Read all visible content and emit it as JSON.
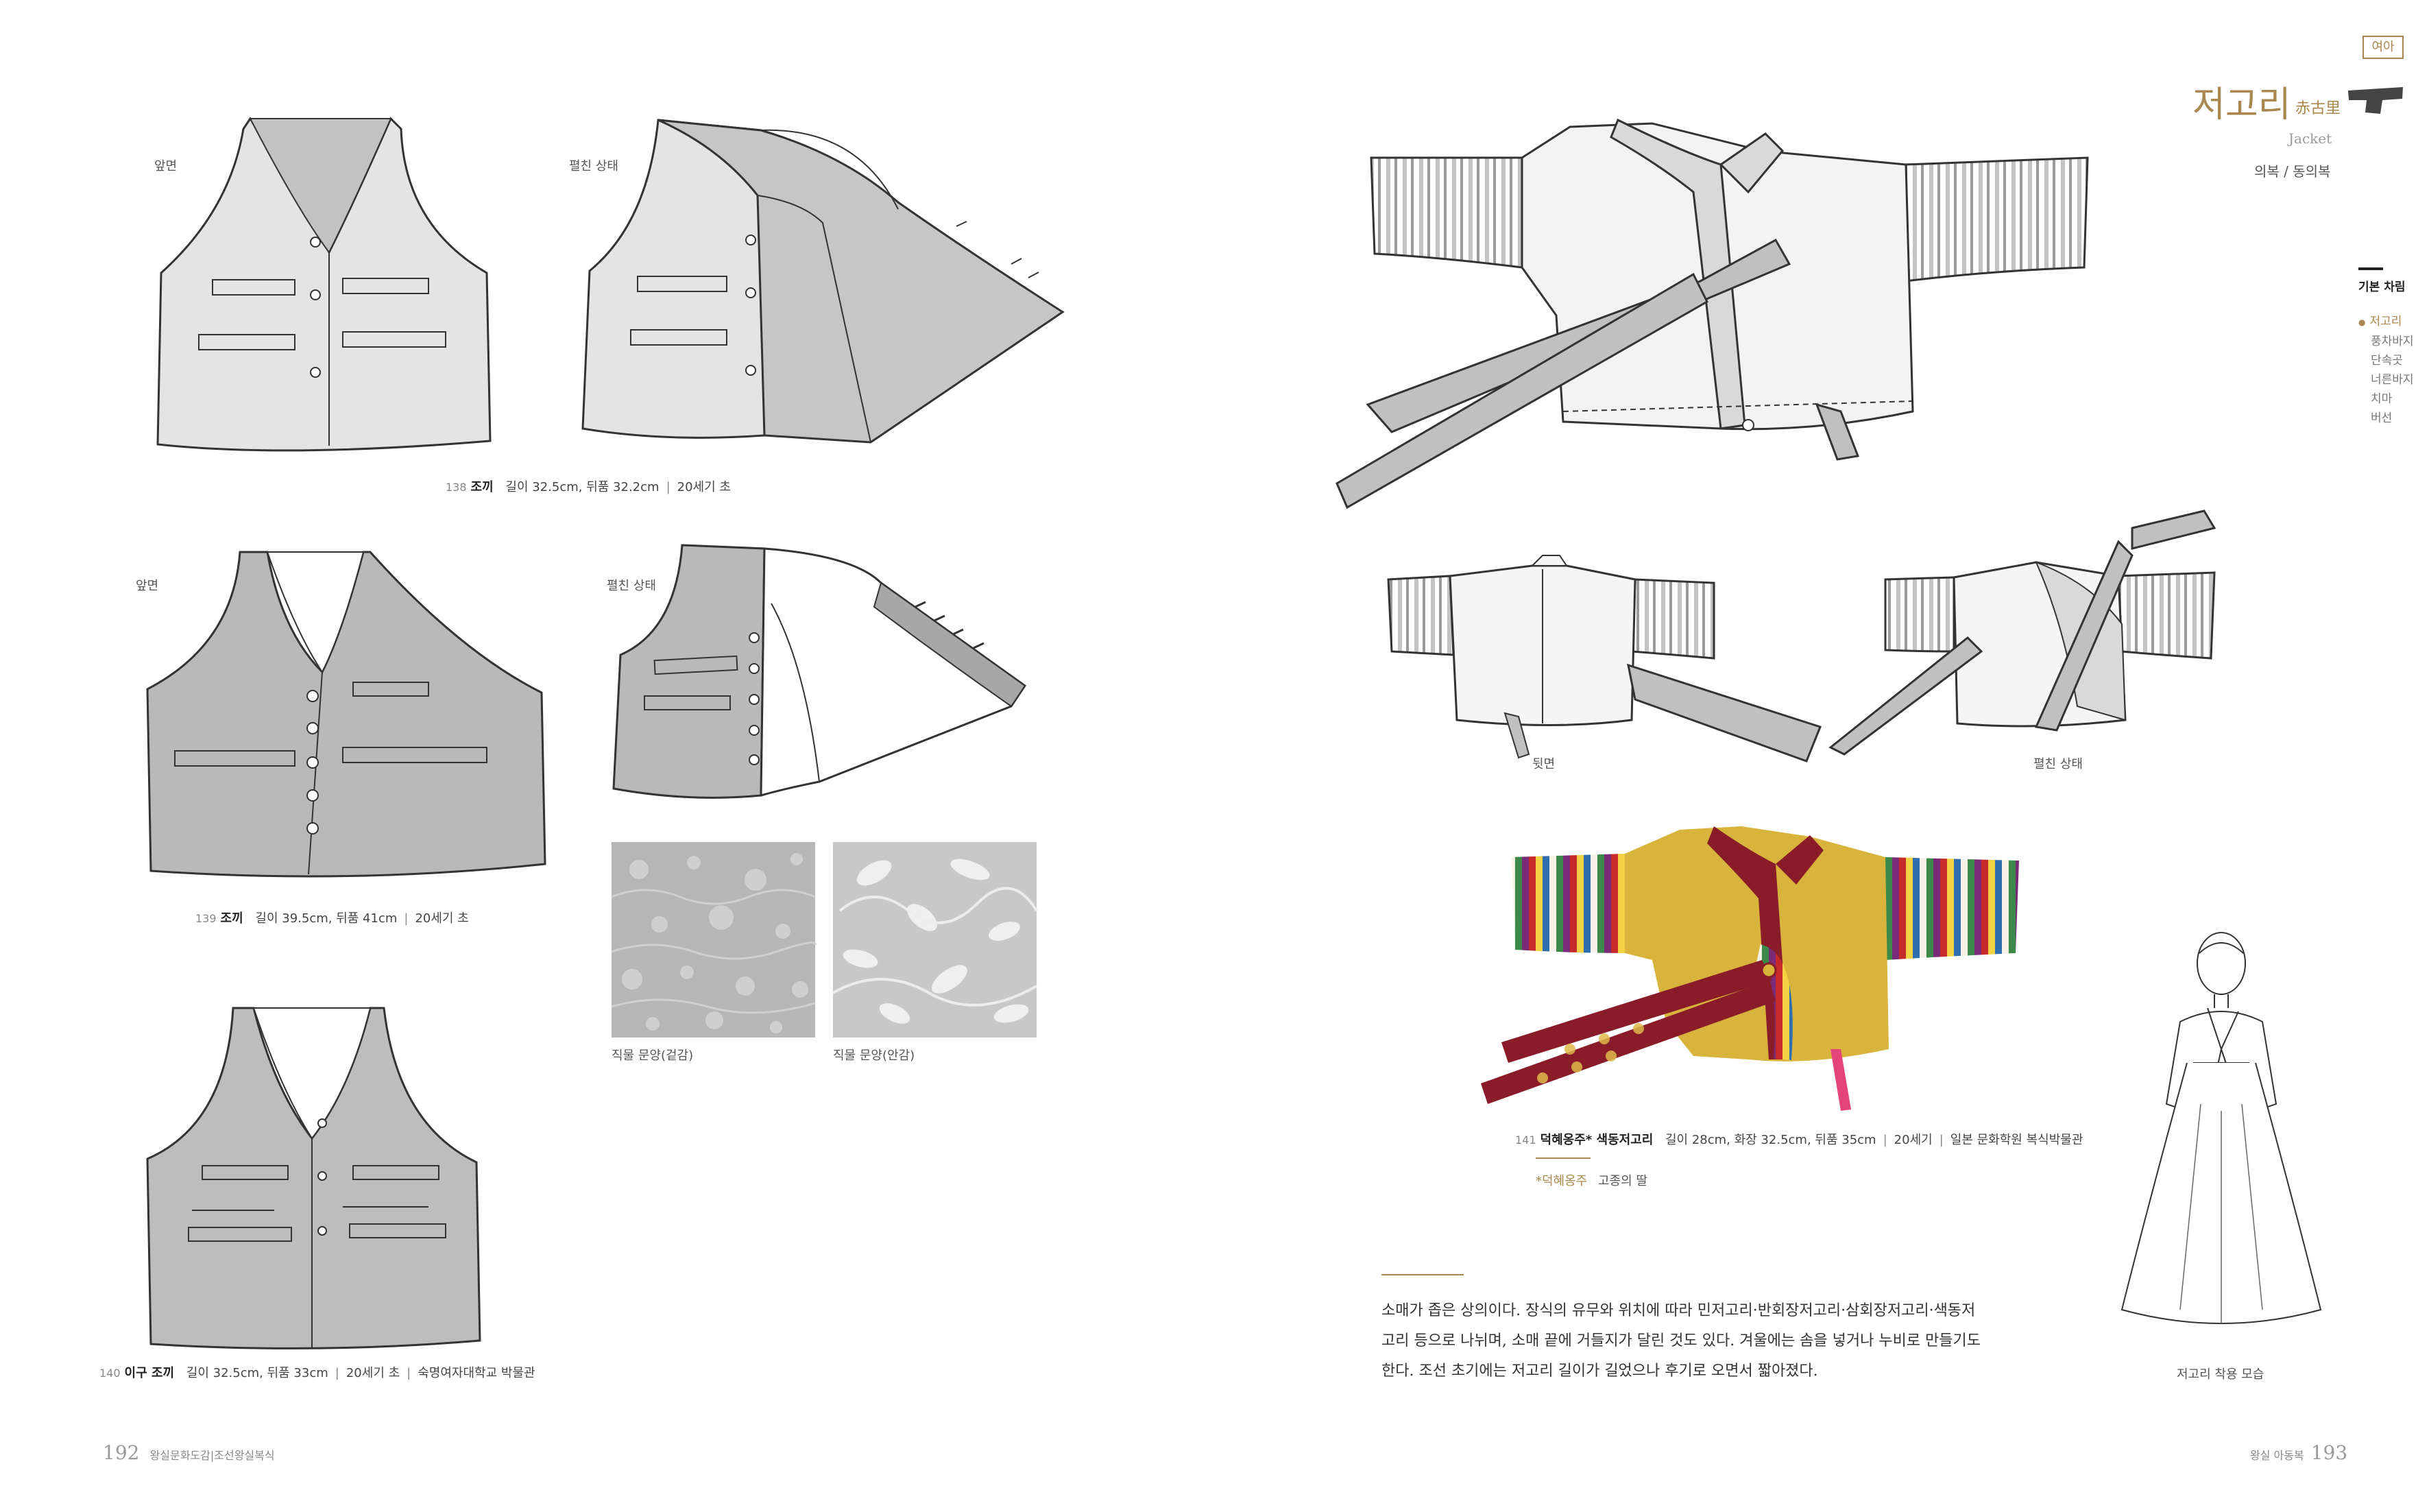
{
  "colors": {
    "accent": "#a8884e",
    "vest_light": "#e4e4e4",
    "vest_mid": "#b9b9b9",
    "vest_dark": "#a7a7a7",
    "lining": "#c8c8c8",
    "photo_gold": "#d8b43c",
    "photo_red": "#8a1c2a"
  },
  "left_page": {
    "vest1": {
      "front_label": "앞면",
      "open_label": "펼친 상태"
    },
    "caption138": {
      "num": "138",
      "title": "조끼",
      "dims": "길이 32.5cm, 뒤품 32.2cm",
      "era": "20세기 초"
    },
    "vest2": {
      "front_label": "앞면",
      "open_label": "펼친 상태"
    },
    "caption139": {
      "num": "139",
      "title": "조끼",
      "dims": "길이 39.5cm, 뒤품 41cm",
      "era": "20세기 초"
    },
    "swatches": {
      "outer_label": "직물 문양(겉감)",
      "inner_label": "직물 문양(안감)"
    },
    "caption140": {
      "num": "140",
      "title": "이구 조끼",
      "dims": "길이 32.5cm, 뒤품 33cm",
      "era": "20세기 초",
      "museum": "숙명여자대학교 박물관"
    },
    "folio": {
      "page": "192",
      "book": "왕실문화도감",
      "section": "조선왕실복식"
    }
  },
  "right_page": {
    "tag": "여아",
    "title_ko": "저고리",
    "title_hanja": "赤古里",
    "title_en": "Jacket",
    "category": "의복 / 동의복",
    "nav": {
      "heading": "기본 차림",
      "items": [
        "저고리",
        "풍차바지",
        "단속곳",
        "너른바지",
        "치마",
        "버선"
      ],
      "active_index": 0
    },
    "views": {
      "back_label": "뒷면",
      "open_label": "펼친 상태"
    },
    "caption141": {
      "num": "141",
      "title": "덕혜옹주* 색동저고리",
      "dims": "길이 28cm, 화장 32.5cm, 뒤품 35cm",
      "era": "20세기",
      "museum": "일본 문화학원 복식박물관"
    },
    "footnote": {
      "term": "*덕혜옹주",
      "desc": "고종의 딸"
    },
    "body_lines": [
      "소매가 좁은 상의이다. 장식의 유무와 위치에 따라 민저고리·반회장저고리·삼회장저고리·색동저",
      "고리 등으로 나뉘며, 소매 끝에 거들지가 달린 것도 있다. 겨울에는 솜을 넣거나 누비로 만들기도",
      "한다. 조선 초기에는 저고리 길이가 길었으나 후기로 오면서 짧아졌다."
    ],
    "figure_caption": "저고리 착용 모습",
    "folio": {
      "page": "193",
      "section": "왕실 아동복"
    }
  }
}
